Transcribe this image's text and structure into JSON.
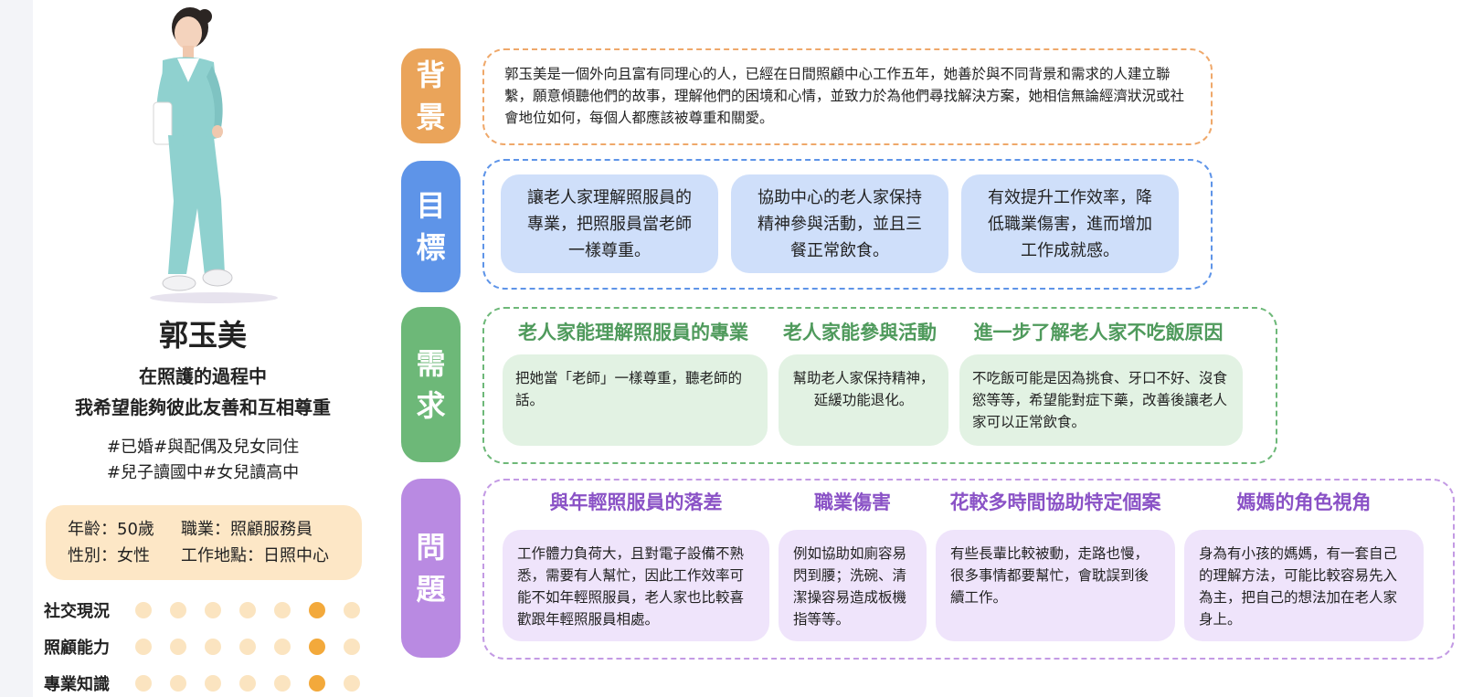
{
  "persona": {
    "name": "郭玉美",
    "motto_lines": [
      "在照護的過程中",
      "我希望能夠彼此友善和互相尊重"
    ],
    "tags": [
      "#已婚#與配偶及兒女同住",
      "#兒子讀國中#女兒讀高中"
    ],
    "info": {
      "age": "年齡：50歲",
      "job": "職業：照顧服務員",
      "gender": "性別：女性",
      "workplace": "工作地點：日照中心"
    },
    "ratings": [
      {
        "label": "社交現況",
        "level": 6,
        "max": 7
      },
      {
        "label": "照顧能力",
        "level": 6,
        "max": 7
      },
      {
        "label": "專業知識",
        "level": 6,
        "max": 7
      }
    ],
    "avatar": "nurse-illustration"
  },
  "sections": {
    "background": {
      "label": [
        "背",
        "景"
      ],
      "text": "郭玉美是一個外向且富有同理心的人，已經在日間照顧中心工作五年，她善於與不同背景和需求的人建立聯繫，願意傾聽他們的故事，理解他們的困境和心情，並致力於為他們尋找解決方案，她相信無論經濟狀況或社會地位如何，每個人都應該被尊重和關愛。"
    },
    "goals": {
      "label": [
        "目",
        "標"
      ],
      "items": [
        "讓老人家理解照服員的專業，把照服員當老師一樣尊重。",
        "協助中心的老人家保持精神參與活動，並且三餐正常飲食。",
        "有效提升工作效率，降低職業傷害，進而增加工作成就感。"
      ]
    },
    "needs": {
      "label": [
        "需",
        "求"
      ],
      "items": [
        {
          "title": "老人家能理解照服員的專業",
          "text": "把她當「老師」一樣尊重，聽老師的話。"
        },
        {
          "title": "老人家能參與活動",
          "text": "幫助老人家保持精神，延緩功能退化。"
        },
        {
          "title": "進一步了解老人家不吃飯原因",
          "text": "不吃飯可能是因為挑食、牙口不好、沒食慾等等，希望能對症下藥，改善後讓老人家可以正常飲食。"
        }
      ]
    },
    "problems": {
      "label": [
        "問",
        "題"
      ],
      "items": [
        {
          "title": "與年輕照服員的落差",
          "text": "工作體力負荷大，且對電子設備不熟悉，需要有人幫忙，因此工作效率可能不如年輕照服員，老人家也比較喜歡跟年輕照服員相處。"
        },
        {
          "title": "職業傷害",
          "text": "例如協助如廁容易閃到腰；洗碗、清潔操容易造成板機指等等。"
        },
        {
          "title": "花較多時間協助特定個案",
          "text": "有些長輩比較被動，走路也慢，很多事情都要幫忙，會耽誤到後續工作。"
        },
        {
          "title": "媽媽的角色視角",
          "text": "身為有小孩的媽媽，有一套自己的理解方法，可能比較容易先入為主，把自己的想法加在老人家身上。"
        }
      ]
    }
  },
  "colors": {
    "background_accent": "#eaa45a",
    "goals_accent": "#5e94e8",
    "needs_accent": "#6db878",
    "problems_accent": "#b98ae2",
    "rating_on": "#f3a93b",
    "rating_off": "#fbe4c0"
  }
}
